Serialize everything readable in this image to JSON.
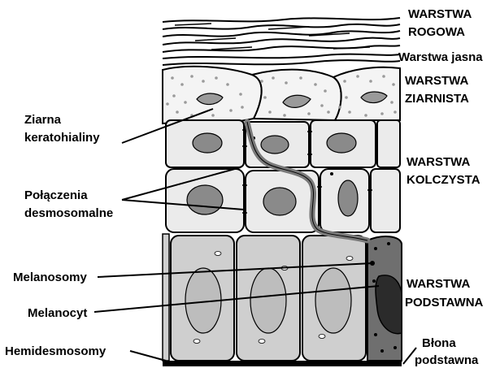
{
  "layers": {
    "rogowa": {
      "line1": "WARSTWA",
      "line2": "ROGOWA"
    },
    "jasna": "Warstwa jasna",
    "ziarnista": {
      "line1": "WARSTWA",
      "line2": "ZIARNISTA"
    },
    "kolczysta": {
      "line1": "WARSTWA",
      "line2": "KOLCZYSTA"
    },
    "podstawna": {
      "line1": "WARSTWA",
      "line2": "PODSTAWNA"
    }
  },
  "labels": {
    "ziarna": {
      "line1": "Ziarna",
      "line2": "keratohialiny"
    },
    "polaczenia": {
      "line1": "Połączenia",
      "line2": "desmosomalne"
    },
    "melanosomy": "Melanosomy",
    "melanocyt": "Melanocyt",
    "hemidesmosomy": "Hemidesmosomy",
    "blona": {
      "line1": "Błona",
      "line2": "podstawna"
    }
  },
  "colors": {
    "outline": "#000000",
    "cornified": "#ffffff",
    "granular_fill": "#f4f4f4",
    "granule_dot": "#9a9a9a",
    "spinous_fill": "#ebebeb",
    "spinous_nucleus": "#8a8a8a",
    "basal_fill": "#cfcfcf",
    "basal_nucleus": "#bdbdbd",
    "melanocyte_fill": "#6f6f6f",
    "melanocyte_nucleus": "#2b2b2b",
    "dendrite": "#7a7a7a",
    "membrane": "#000000"
  }
}
